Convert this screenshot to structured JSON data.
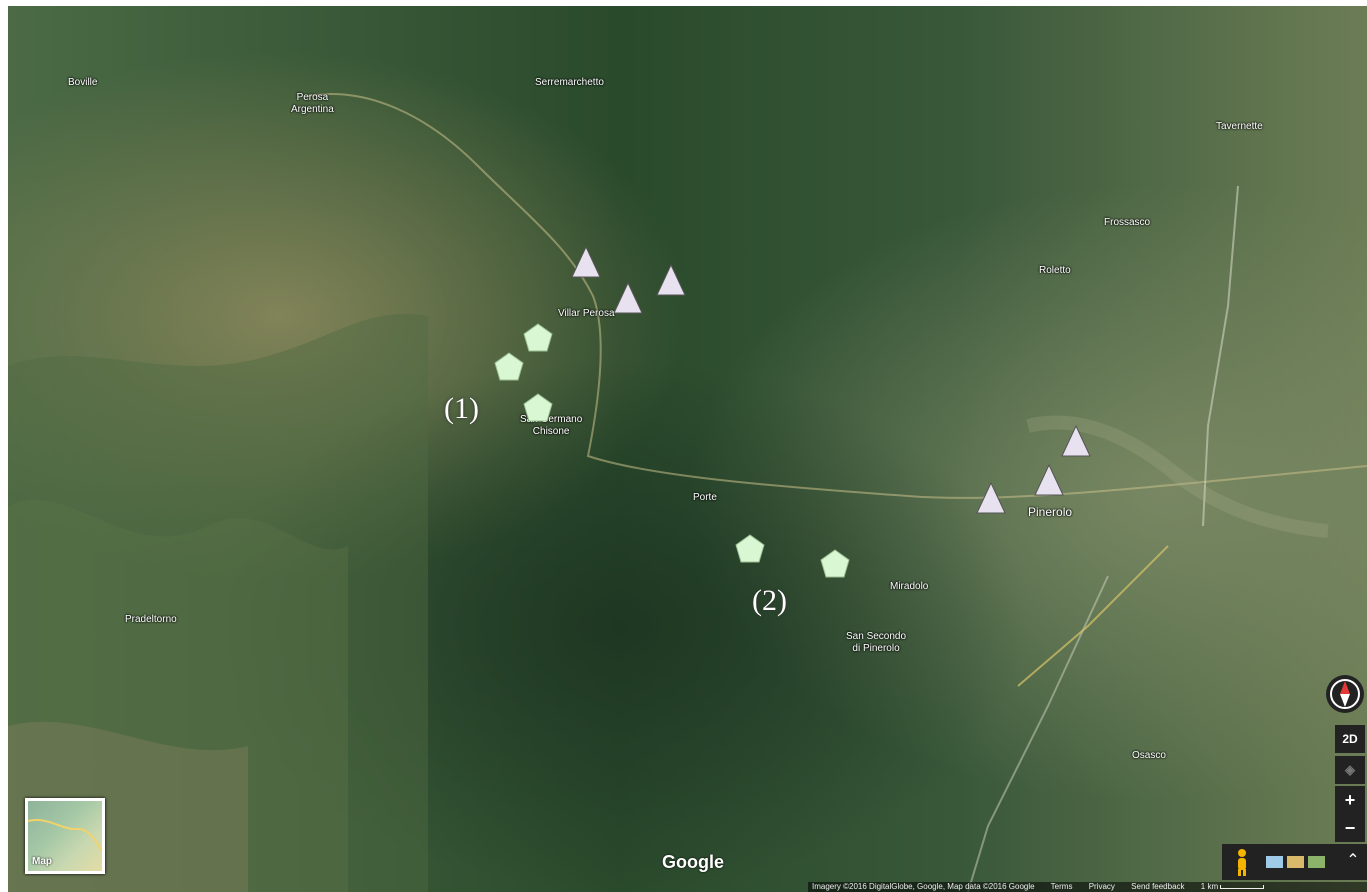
{
  "places": [
    {
      "name": "Boville"
    },
    {
      "name": "Perosa\nArgentina"
    },
    {
      "name": "Serremarchetto"
    },
    {
      "name": "Tavernette"
    },
    {
      "name": "Frossasco"
    },
    {
      "name": "Roletto"
    },
    {
      "name": "Villar Perosa"
    },
    {
      "name": "San Germano\nChisone"
    },
    {
      "name": "Porte"
    },
    {
      "name": "Pinerolo"
    },
    {
      "name": "Miradolo"
    },
    {
      "name": "San Secondo\ndi Pinerolo"
    },
    {
      "name": "Pradeltorno"
    },
    {
      "name": "Osasco"
    }
  ],
  "groups": [
    {
      "label": "(1)"
    },
    {
      "label": "(2)"
    }
  ],
  "marker_styles": {
    "triangle_color": "#e8e2f0",
    "pentagon_color": "#d9f7d2"
  },
  "controls": {
    "view_2d": "2D",
    "zoom_in": "+",
    "zoom_out": "−",
    "expand": "⌃",
    "compass_icon": "compass-icon",
    "pegman_icon": "pegman-icon",
    "imagery_icon": "imagery-thumbnail-icon"
  },
  "minimap": {
    "label": "Map"
  },
  "brand": {
    "logo_text": "Google"
  },
  "attribution": {
    "imagery": "Imagery ©2016 DigitalGlobe, Google, Map data ©2016 Google",
    "terms": "Terms",
    "privacy": "Privacy",
    "feedback": "Send feedback",
    "scale": "1 km"
  }
}
